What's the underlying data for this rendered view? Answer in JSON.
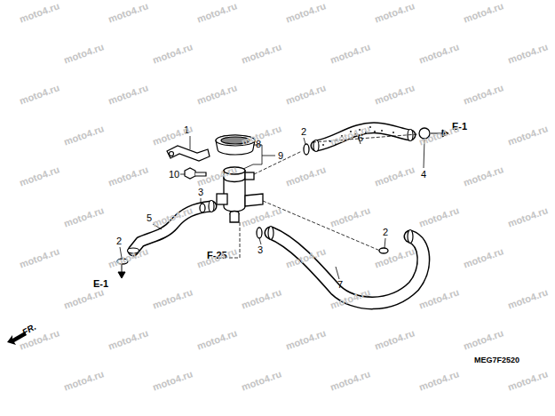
{
  "diagram": {
    "labels": [
      "1",
      "8",
      "9",
      "2",
      "6",
      "4",
      "E-1",
      "10",
      "3",
      "5",
      "2",
      "E-1",
      "F-25",
      "3",
      "2",
      "7",
      "FR.",
      "MEG7F2520",
      "moto4.ru",
      "moto4.ru",
      "moto4.ru",
      "moto4.ru",
      "moto4.ru",
      "moto4.ru",
      "moto4.ru",
      "moto4.ru",
      "moto4.ru",
      "moto4.ru",
      "moto4.ru",
      "moto4.ru",
      "moto4.ru",
      "moto4.ru",
      "moto4.ru",
      "moto4.ru",
      "moto4.ru",
      "moto4.ru",
      "moto4.ru",
      "moto4.ru",
      "moto4.ru",
      "moto4.ru",
      "moto4.ru",
      "moto4.ru",
      "moto4.ru",
      "moto4.ru",
      "moto4.ru",
      "moto4.ru",
      "moto4.ru",
      "moto4.ru",
      "moto4.ru",
      "moto4.ru",
      "moto4.ru",
      "moto4.ru",
      "moto4.ru",
      "moto4.ru",
      "moto4.ru",
      "moto4.ru",
      "moto4.ru",
      "moto4.ru",
      "moto4.ru",
      "moto4.ru",
      "moto4.ru",
      "moto4.ru",
      "moto4.ru",
      "moto4.ru",
      "moto4.ru",
      "moto4.ru",
      "moto4.ru",
      "moto4.ru",
      "moto4.ru",
      "moto4.ru",
      "moto4.ru",
      "moto4.ru",
      "moto4.ru",
      "moto4.ru",
      "moto4.ru",
      "moto4.ru",
      "moto4.ru",
      "moto4.ru"
    ]
  }
}
